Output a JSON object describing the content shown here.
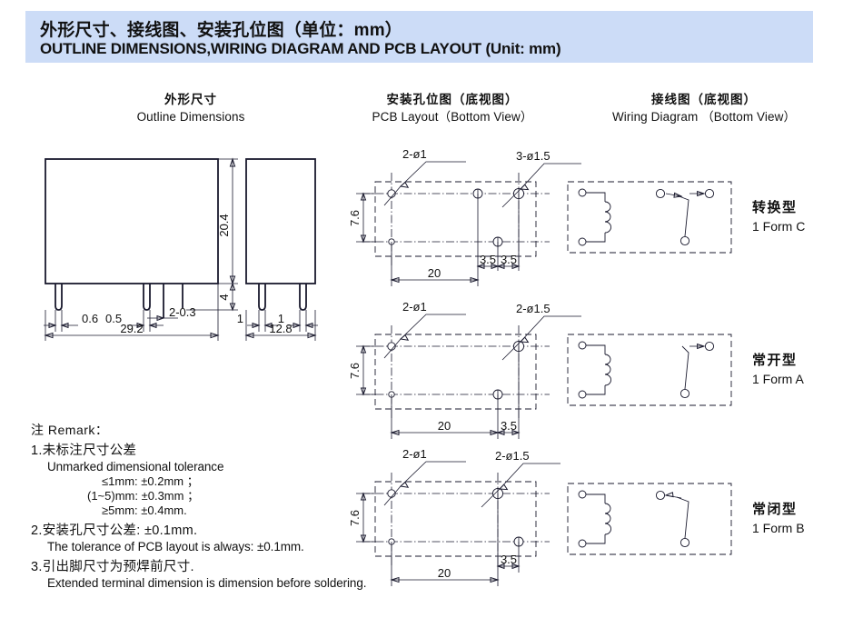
{
  "header": {
    "title_cn": "外形尺寸、接线图、安装孔位图（单位：mm）",
    "title_en": "OUTLINE DIMENSIONS,WIRING DIAGRAM AND PCB LAYOUT (Unit: mm)",
    "bg_color": "#ccdcf7"
  },
  "columns": [
    {
      "cn": "外形尺寸",
      "en": "Outline Dimensions"
    },
    {
      "cn": "安装孔位图（底视图）",
      "en": "PCB Layout（Bottom View）"
    },
    {
      "cn": "接线图（底视图）",
      "en": "Wiring Diagram （Bottom View）"
    }
  ],
  "outline": {
    "front": {
      "height": "20.4",
      "pin_height": "4",
      "width": "29.2",
      "pin_w1": "0.6",
      "pin_w2": "0.5",
      "pin_w3": "2-0.3"
    },
    "side": {
      "width": "12.8",
      "pin_left": "1",
      "pin_right": "1"
    }
  },
  "pcb_layouts": [
    {
      "name": "pcb-layout-form-c",
      "label_left": "2-ø1",
      "label_right": "3-ø1.5",
      "dim_v": "7.6",
      "dim_h": "20",
      "dims_right": [
        "3.5",
        "3.5"
      ]
    },
    {
      "name": "pcb-layout-form-a",
      "label_left": "2-ø1",
      "label_right": "2-ø1.5",
      "dim_v": "7.6",
      "dim_h": "20",
      "dims_right": [
        "3.5"
      ]
    },
    {
      "name": "pcb-layout-form-b",
      "label_left": "2-ø1",
      "label_right": "2-ø1.5",
      "dim_v": "7.6",
      "dim_h": "20",
      "dims_right": [
        "3.5"
      ]
    }
  ],
  "wiring": [
    {
      "cn": "转换型",
      "en": "1 Form C"
    },
    {
      "cn": "常开型",
      "en": "1 Form A"
    },
    {
      "cn": "常闭型",
      "en": "1 Form B"
    }
  ],
  "remarks": {
    "title": "注  Remark：",
    "items": [
      {
        "cn": "1.未标注尺寸公差",
        "en": "Unmarked dimensional tolerance",
        "sub": [
          "≤1mm: ±0.2mm ；",
          "(1~5)mm: ±0.3mm ；",
          "≥5mm: ±0.4mm."
        ]
      },
      {
        "cn": "2.安装孔尺寸公差: ±0.1mm.",
        "en": "The tolerance  of PCB layout is always: ±0.1mm.",
        "sub": []
      },
      {
        "cn": "3.引出脚尺寸为预焊前尺寸.",
        "en": "Extended terminal dimension is dimension before soldering.",
        "sub": []
      }
    ]
  }
}
